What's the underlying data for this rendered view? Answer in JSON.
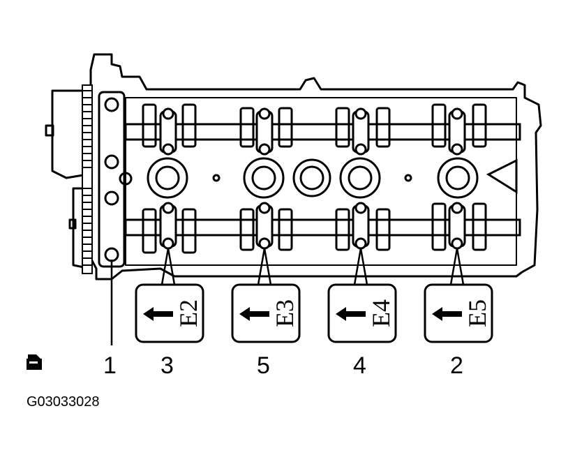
{
  "figure_id": "G03033028",
  "sequence_numbers": [
    "1",
    "3",
    "5",
    "4",
    "2"
  ],
  "bearing_caps": [
    "E2",
    "E3",
    "E4",
    "E5"
  ],
  "icons": {
    "corner": "document-icon",
    "cap_arrow": "arrow-left-icon"
  },
  "colors": {
    "ink": "#000000",
    "paper": "#ffffff"
  }
}
